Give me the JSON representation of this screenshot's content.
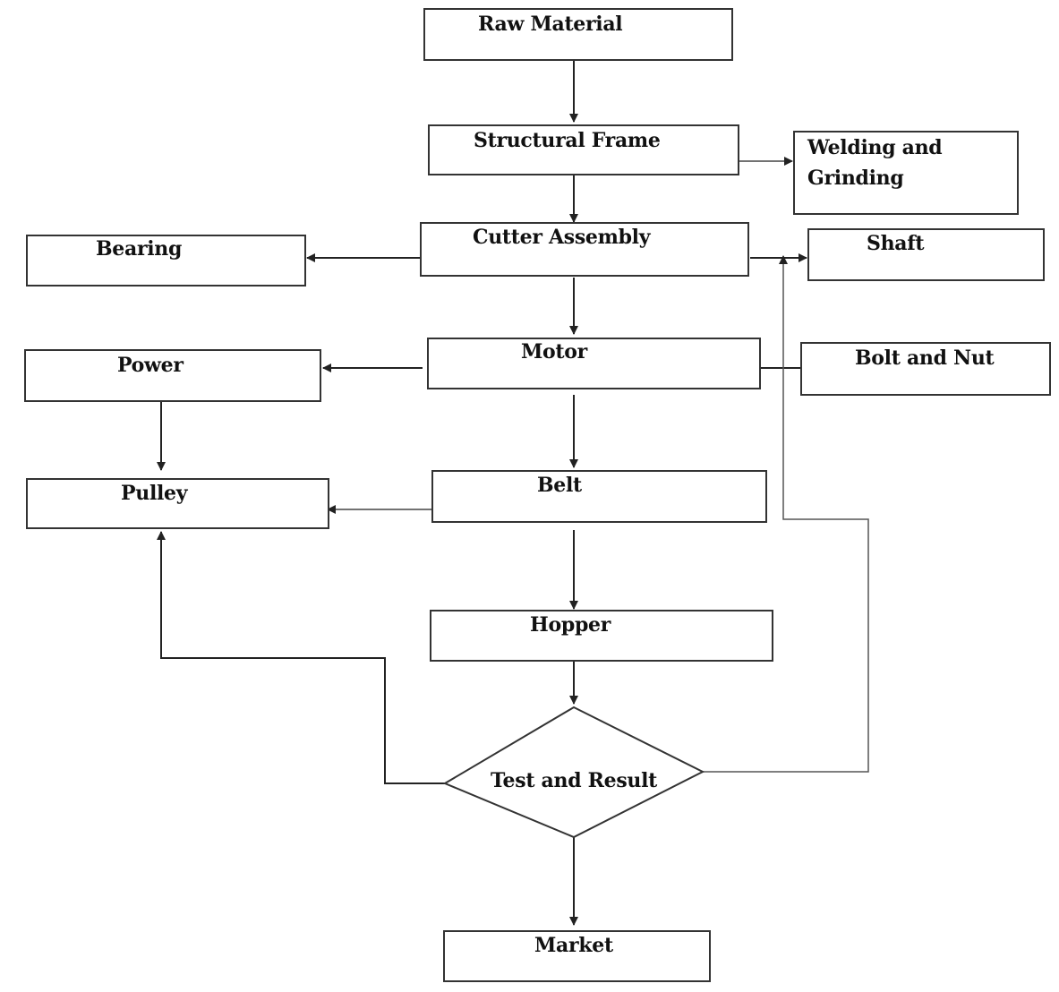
{
  "nodes": {
    "raw_material": "Raw Material",
    "structural_frame": "Structural Frame",
    "welding_grinding": "Welding and Grinding",
    "cutter_assembly": "Cutter Assembly",
    "bearing": "Bearing",
    "shaft": "Shaft",
    "motor": "Motor",
    "power": "Power",
    "bolt_nut": "Bolt and Nut",
    "belt": "Belt",
    "pulley": "Pulley",
    "hopper": "Hopper",
    "test_result": "Test and Result",
    "market": "Market"
  },
  "colors": {
    "line": "#222222",
    "box_border": "#333333",
    "text": "#111111"
  }
}
